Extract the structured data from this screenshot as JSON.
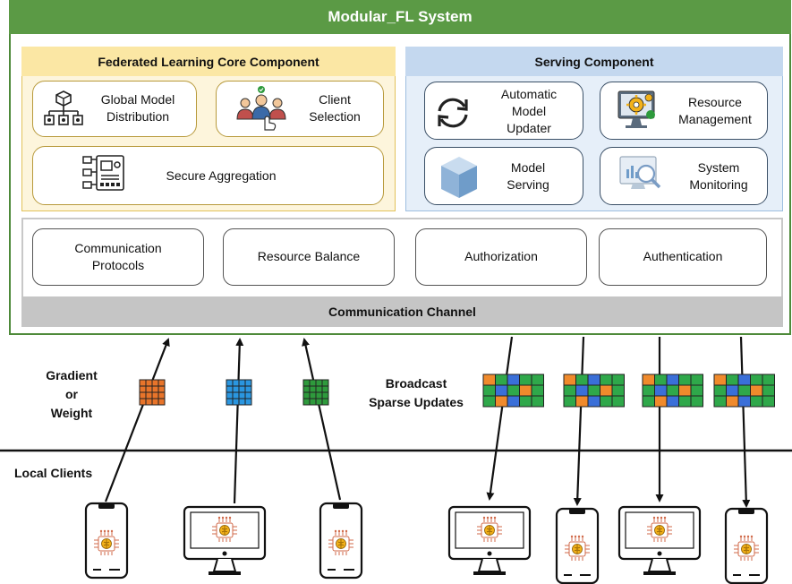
{
  "system": {
    "title": "Modular_FL System"
  },
  "fl_core": {
    "title": "Federated Learning Core Component",
    "items": [
      {
        "label": "Global Model\nDistribution",
        "icon": "hierarchy-icon"
      },
      {
        "label": "Client\nSelection",
        "icon": "people-select-icon"
      },
      {
        "label": "Secure Aggregation",
        "icon": "circuit-board-icon"
      }
    ]
  },
  "serving": {
    "title": "Serving Component",
    "items": [
      {
        "label": "Automatic\nModel\nUpdater",
        "icon": "sync-arrows-icon"
      },
      {
        "label": "Resource\nManagement",
        "icon": "gear-monitor-icon"
      },
      {
        "label": "Model\nServing",
        "icon": "cube-icon"
      },
      {
        "label": "System\nMonitoring",
        "icon": "chart-magnifier-icon"
      }
    ]
  },
  "comm": {
    "items": [
      {
        "label": "Communication\nProtocols"
      },
      {
        "label": "Resource Balance"
      },
      {
        "label": "Authorization"
      },
      {
        "label": "Authentication"
      }
    ],
    "channel": "Communication Channel"
  },
  "labels": {
    "gradient": "Gradient\nor\nWeight",
    "broadcast": "Broadcast\nSparse Updates",
    "local_clients": "Local Clients"
  },
  "colors": {
    "header_green": "#5b9a45",
    "orange": "#e8742a",
    "blue": "#2a96e0",
    "green": "#2e9a3c",
    "sparse_green": "#2fa84a",
    "sparse_blue": "#3a6fd8",
    "sparse_orange": "#f08a2c"
  }
}
